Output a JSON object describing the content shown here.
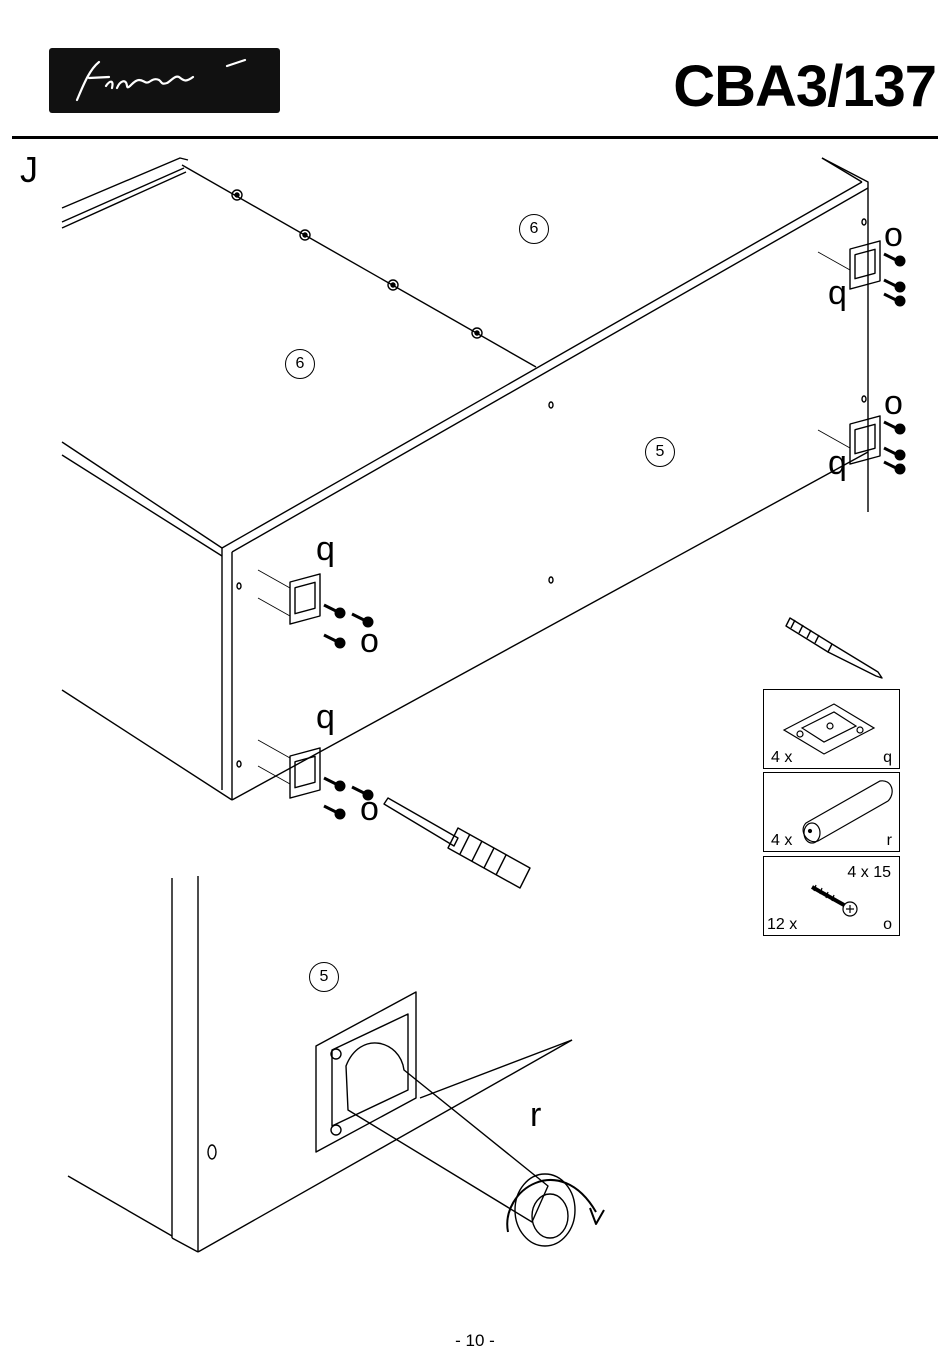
{
  "header": {
    "logo_text": "finori",
    "model": "CBA3/137"
  },
  "step": "J",
  "panel_labels": {
    "six_a": "6",
    "six_b": "6",
    "five_a": "5",
    "five_b": "5"
  },
  "part_labels": {
    "o1": "o",
    "q1": "q",
    "o2": "o",
    "q2": "q",
    "q3": "q",
    "o3": "o",
    "q4": "q",
    "o4": "o",
    "r": "r"
  },
  "parts_list": [
    {
      "qty": "4 x",
      "part": "q"
    },
    {
      "qty": "4 x",
      "part": "r"
    },
    {
      "qty": "12 x",
      "part": "o",
      "size": "4 x 15"
    }
  ],
  "footer": {
    "page": "- 10 -"
  }
}
